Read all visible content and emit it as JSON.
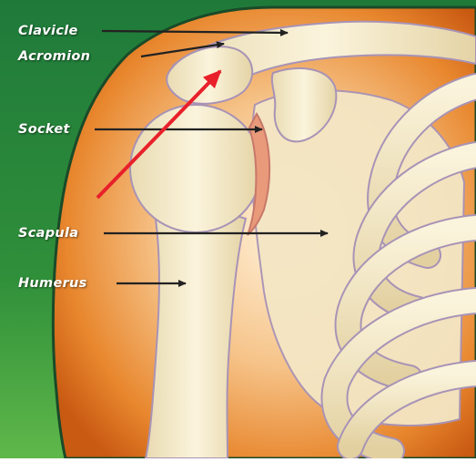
{
  "diagram": {
    "labels": {
      "clavicle": "Clavicle",
      "acromion": "Acromion",
      "socket": "Socket",
      "scapula": "Scapula",
      "humerus": "Humerus"
    },
    "colors": {
      "background_green": "#3e9a3c",
      "skin_orange": "#e0781e",
      "bone": "#f3e8c6",
      "bone_outline": "#a893b6",
      "pointer_arrow": "#222222",
      "highlight_arrow": "#e8202a",
      "label_text": "#ffffff"
    }
  }
}
